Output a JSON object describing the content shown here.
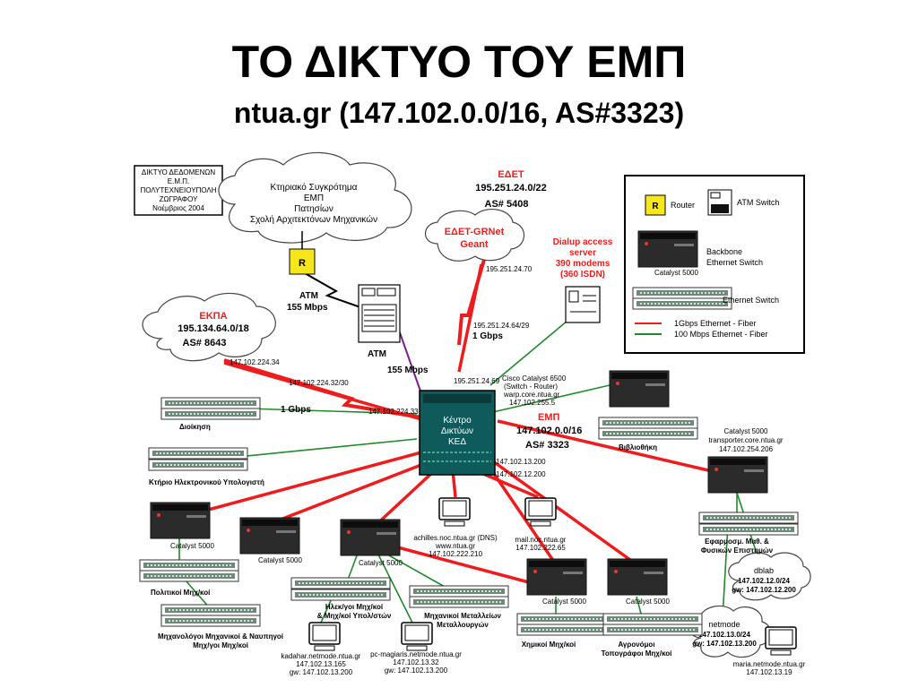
{
  "title": "ΤΟ ΔΙΚΤΥΟ ΤΟΥ ΕΜΠ",
  "subtitle": "ntua.gr (147.102.0.0/16, AS#3323)",
  "colors": {
    "fiber_1g": "#ee1c1c",
    "fiber_100m": "#1f8a2a",
    "atm_link": "#7a1f8a",
    "router_fill": "#f7e61a",
    "cloud_fill": "#ffffff"
  },
  "infobox": {
    "line1": "ΔΙΚΤΥΟ ΔΕΔΟΜΕΝΩΝ",
    "line2": "Ε.Μ.Π.",
    "line3": "ΠΟΛΥΤΕΧΝΕΙΟΥΠΟΛΗ",
    "line4": "ΖΩΓΡΑΦΟΥ",
    "line5": "Νοέμβριος 2004"
  },
  "cloud_patision": {
    "line1": "Κτηριακό Συγκρότημα",
    "line2": "ΕΜΠ",
    "line3": "Πατησίων",
    "line4": "Σχολή Αρχιτεκτόνων Μηχανικών"
  },
  "edet": {
    "name": "ΕΔΕΤ",
    "net": "195.251.24.0/22",
    "as": "AS# 5408"
  },
  "cloud_grnet": {
    "line1": "ΕΔΕΤ-GRNet",
    "line2": "Geant"
  },
  "dialup": {
    "line1": "Dialup access",
    "line2": "server",
    "line3": "390  modems",
    "line4": "(360 ISDN)"
  },
  "legend": {
    "router": "Router",
    "router_glyph": "R",
    "atm_switch": "ATM Switch",
    "backbone_line1": "Backbone",
    "backbone_line2": "Ethernet Switch",
    "backbone_caption": "Catalyst 5000",
    "ethernet_switch": "Ethernet Switch",
    "fiber_1g": "1Gbps Ethernet - Fiber",
    "fiber_100m": "100 Mbps Ethernet - Fiber"
  },
  "atm": {
    "link_label1": "ATM",
    "link_label2": "155 Mbps",
    "device_label": "ATM",
    "speed2": "155 Mbps"
  },
  "ekpa": {
    "name": "ΕΚΠΑ",
    "net": "195.134.64.0/18",
    "as": "AS# 8643"
  },
  "ips": {
    "ekpa_link": "147.102.224.34",
    "ekpa_link2": "147.102.224.32/30",
    "ekpa_link3": "147.102.224.33",
    "grnet1": "195.251.24.70",
    "grnet2": "195.251.24.64/29",
    "grnet3": "195.251.24.69",
    "core1": "147.102.13.200",
    "core2": "147.102.12.200"
  },
  "gbps_labels": {
    "grnet": "1 Gbps",
    "ekpa": "1 Gbps"
  },
  "core": {
    "line1": "Κέντρο",
    "line2": "Δικτύων",
    "line3": "ΚΕΔ"
  },
  "cisco": {
    "line1": "Cisco Catalyst 6500",
    "line2": "(Switch - Router)",
    "line3": "warp.core.ntua.gr",
    "line4": "147.102.255.5"
  },
  "emp": {
    "name": "ΕΜΠ",
    "net": "147.102.0.0/16",
    "as": "AS# 3323"
  },
  "sites": {
    "dioikisi": "Διοίκηση",
    "ky": "Κτήριο Ηλεκτρονικού Υπολογιστή",
    "vivliothiki": "Βιβλιοθήκη",
    "catalyst_label": "Catalyst 5000",
    "politikoi": "Πολιτικοί  Μηχ/κοί",
    "naftigoi_line1": "Μηχανολόγοι Μηχανικοί & Ναυπηγοί",
    "naftigoi_line2": "Μηχ/γοι Μηχ/κοί",
    "ilektrologoi_line1": "Ηλεκ/γοι Μηχ/κοί",
    "ilektrologoi_line2": "& Μηχ/κοί Υπολ/στών",
    "metallourgoi_line1": "Μηχανικοί Μεταλλείων",
    "metallourgoi_line2": "Μεταλλουργών",
    "ximikoi": "Χημικοί Μηχ/κοί",
    "agronomoi_line1": "Αγρονόμοι",
    "agronomoi_line2": "Τοπογράφοι Μηχ/κοί",
    "efarmosmenes_line1": "Εφαρμοσμ. Μαθ. &",
    "efarmosmenes_line2": "Φυσικών Επιστημών"
  },
  "transporter": {
    "line1": "Catalyst 5000",
    "line2": "transporter.core.ntua.gr",
    "line3": "147.102.254.206"
  },
  "servers": {
    "achilles_line1": "achilles.noc.ntua.gr (DNS)",
    "achilles_line2": "www.ntua.gr",
    "achilles_line3": "147.102.222.210",
    "mail_line1": "mail.noc.ntua.gr",
    "mail_line2": "147.102.222.65",
    "kadahar_line1": "kadahar.netmode.ntua.gr",
    "kadahar_line2": "147.102.13.165",
    "kadahar_line3": "gw: 147.102.13.200",
    "pcmag_line1": "pc-magiaris.netmode.ntua.gr",
    "pcmag_line2": "147.102.13.32",
    "pcmag_line3": "gw: 147.102.13.200",
    "maria_line1": "maria.netmode.ntua.gr",
    "maria_line2": "147.102.13.19"
  },
  "dblab": {
    "line1": "dblab",
    "line2": "147.102.12.0/24",
    "line3": "gw: 147.102.12.200"
  },
  "netmode": {
    "line1": "netmode",
    "line2": "147.102.13.0/24",
    "line3": "gw: 147.102.13.200"
  }
}
